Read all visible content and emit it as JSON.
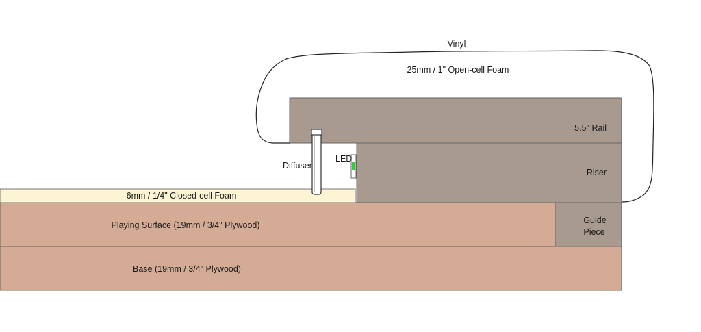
{
  "diagram": {
    "labels": {
      "vinyl": "Vinyl",
      "open_cell_foam": "25mm / 1\" Open-cell Foam",
      "rail": "5.5\" Rail",
      "riser": "Riser",
      "diffuser": "Diffuser",
      "led": "LED",
      "closed_cell_foam": "6mm / 1/4\" Closed-cell Foam",
      "playing_surface": "Playing Surface (19mm / 3/4\" Plywood)",
      "guide_line1": "Guide",
      "guide_line2": "Piece",
      "base": "Base (19mm / 3/4\" Plywood)"
    },
    "colors": {
      "rail": "#a89a8e",
      "riser": "#a89a8e",
      "guide_piece": "#a89a8e",
      "plywood": "#d4ab95",
      "closed_cell_foam": "#fdf4d3",
      "outline": "#555555",
      "vinyl_line": "#222222",
      "diffuser": "#ffffff",
      "led_green": "#33cc33"
    }
  }
}
